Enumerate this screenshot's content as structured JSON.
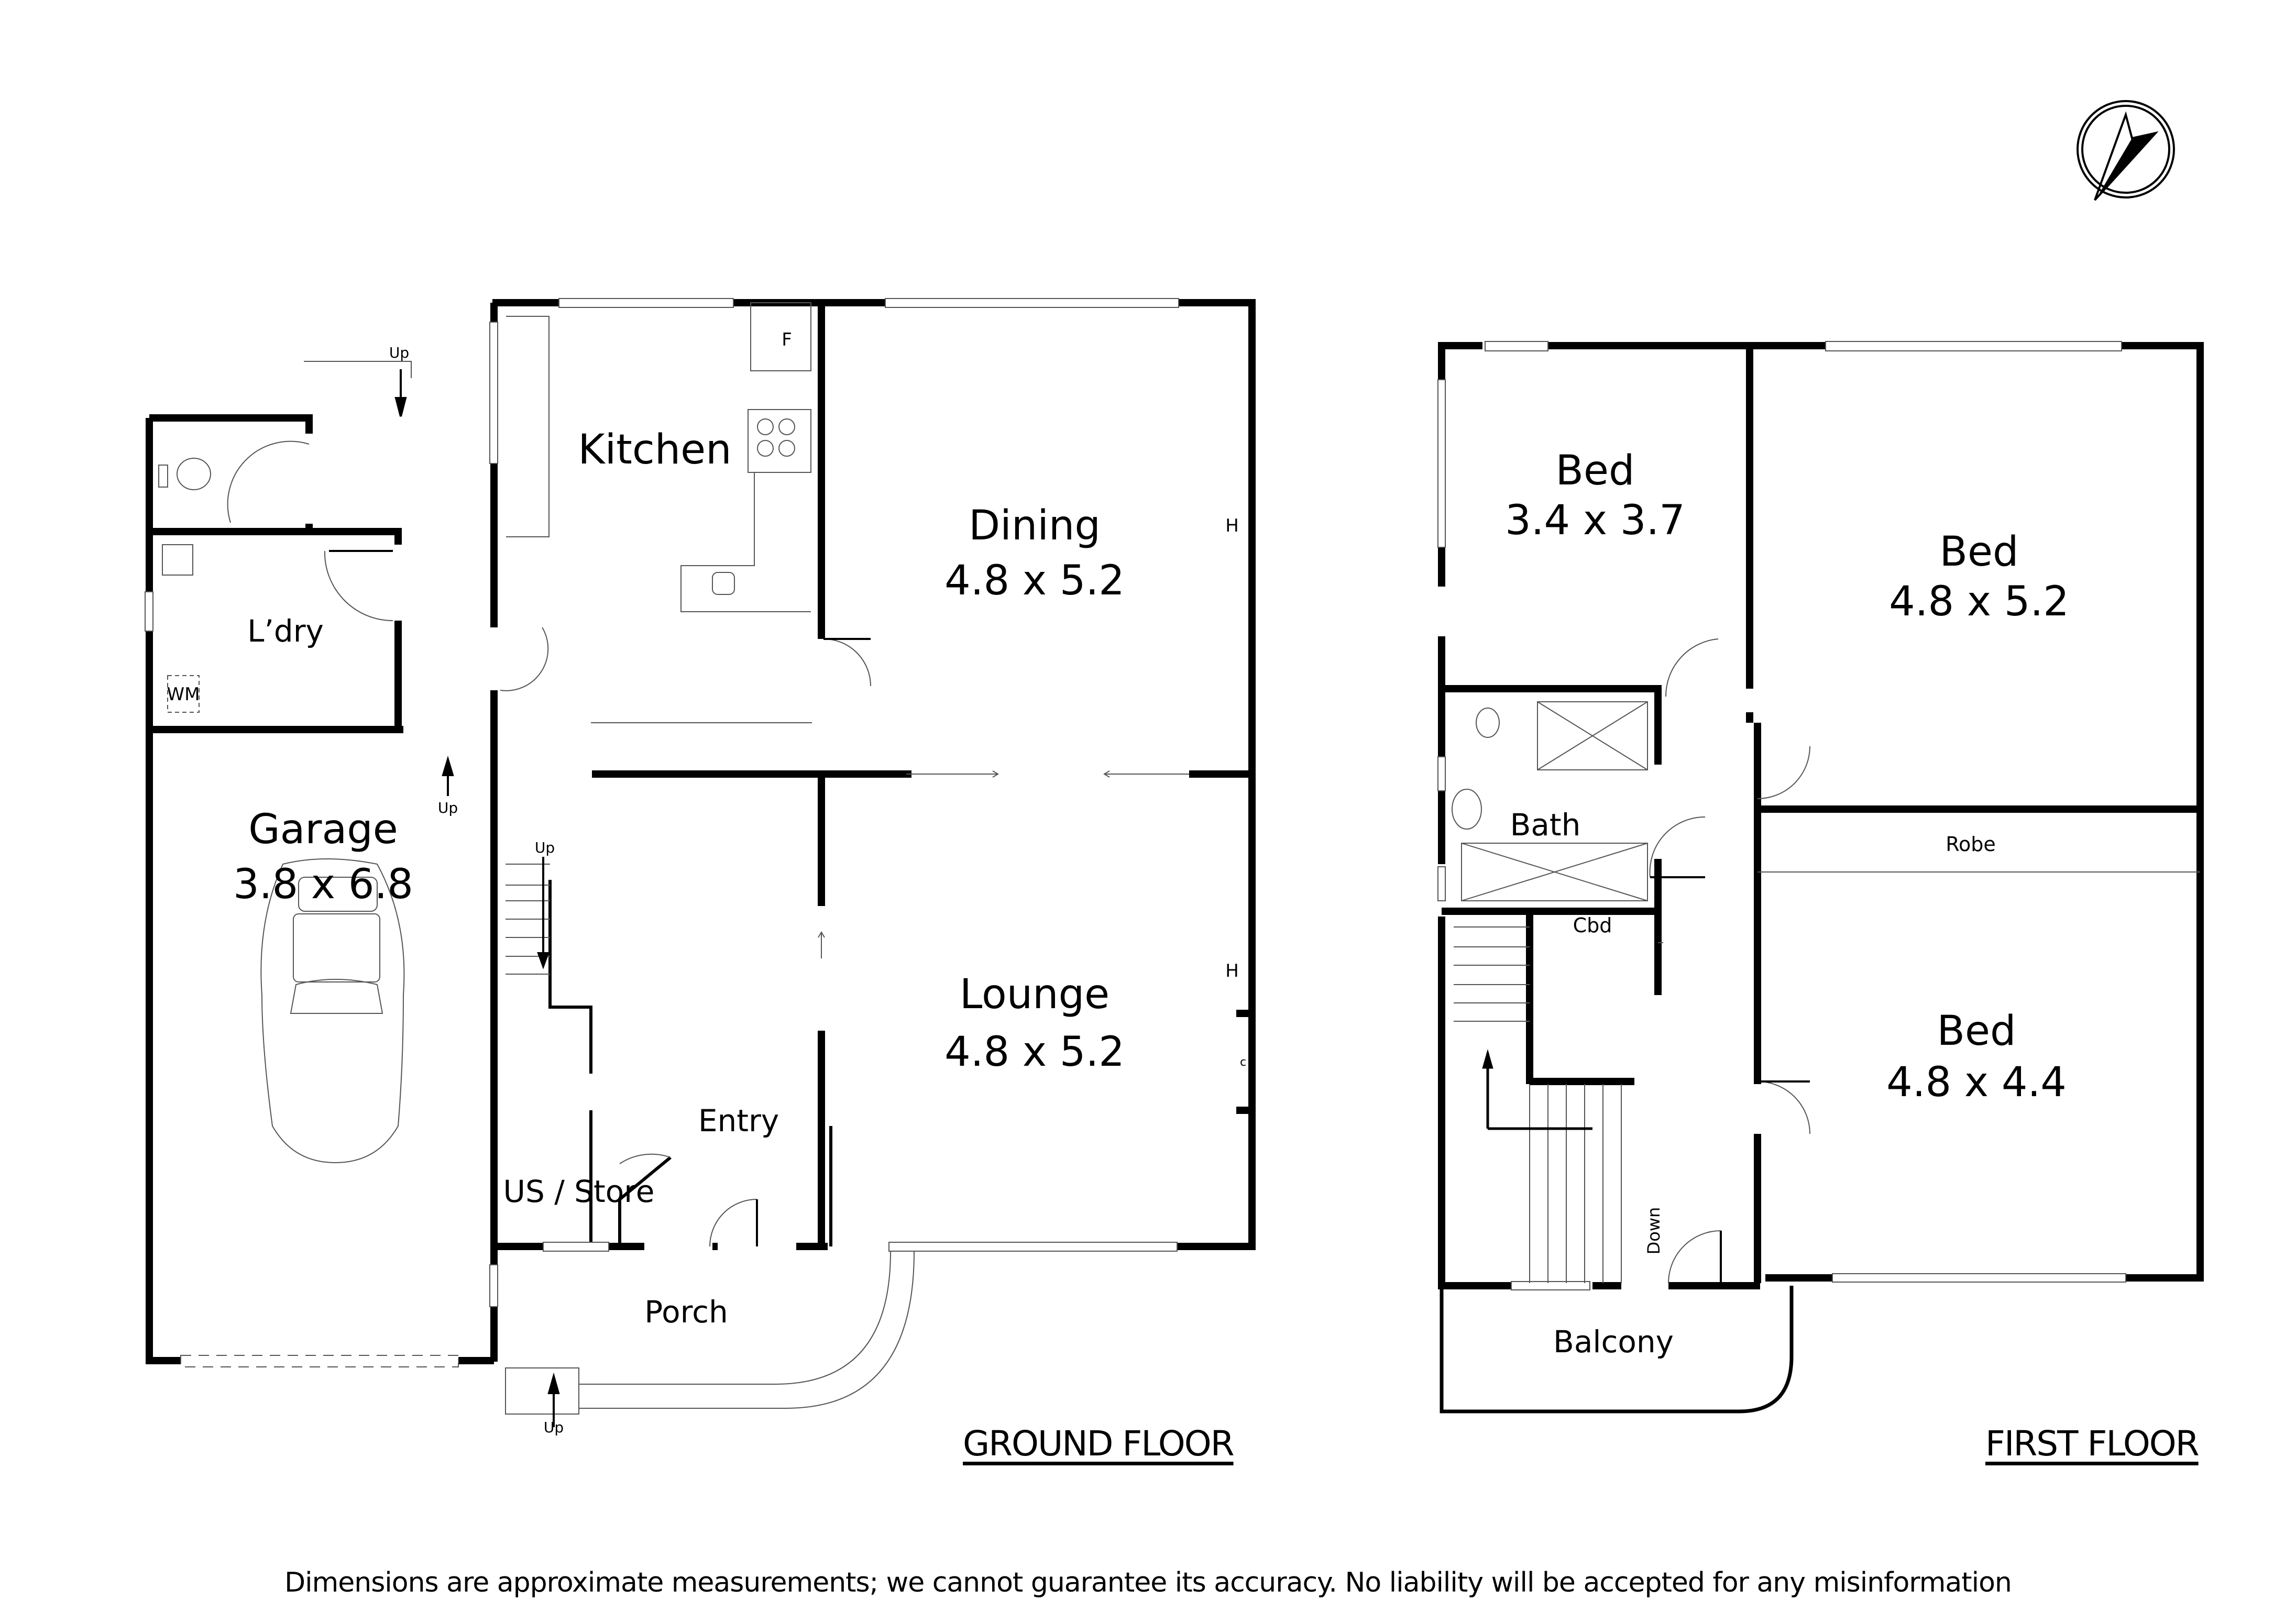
{
  "compass": {
    "icon": "north-arrow-icon"
  },
  "ground_floor": {
    "title": "GROUND FLOOR",
    "rooms": {
      "kitchen": {
        "name": "Kitchen"
      },
      "dining": {
        "name": "Dining",
        "dims": "4.8 x 5.2"
      },
      "lounge": {
        "name": "Lounge",
        "dims": "4.8 x 5.2"
      },
      "laundry": {
        "name": "L’dry"
      },
      "garage": {
        "name": "Garage",
        "dims": "3.8 x 6.8"
      },
      "entry": {
        "name": "Entry"
      },
      "store": {
        "name": "US / Store"
      },
      "porch": {
        "name": "Porch"
      }
    },
    "annotations": {
      "fridge": "F",
      "heater_dining": "H",
      "heater_lounge": "H",
      "cupboard_lounge": "c",
      "washing_machine": "WM",
      "up_rear": "Up",
      "up_garage": "Up",
      "up_stairs": "Up",
      "up_porch": "Up"
    }
  },
  "first_floor": {
    "title": "FIRST FLOOR",
    "rooms": {
      "bed1": {
        "name": "Bed",
        "dims": "3.4 x 3.7"
      },
      "bed2": {
        "name": "Bed",
        "dims": "4.8 x 5.2"
      },
      "bed3": {
        "name": "Bed",
        "dims": "4.8 x 4.4"
      },
      "bath": {
        "name": "Bath"
      },
      "cbd": {
        "name": "Cbd"
      },
      "robe": {
        "name": "Robe"
      },
      "balcony": {
        "name": "Balcony"
      }
    },
    "annotations": {
      "down_stairs": "Down"
    }
  },
  "disclaimer": "Dimensions are approximate measurements; we cannot guarantee its accuracy. No liability will be accepted for any misinformation",
  "colors": {
    "wall": "#000000",
    "fixture": "#555555",
    "background": "#ffffff"
  }
}
